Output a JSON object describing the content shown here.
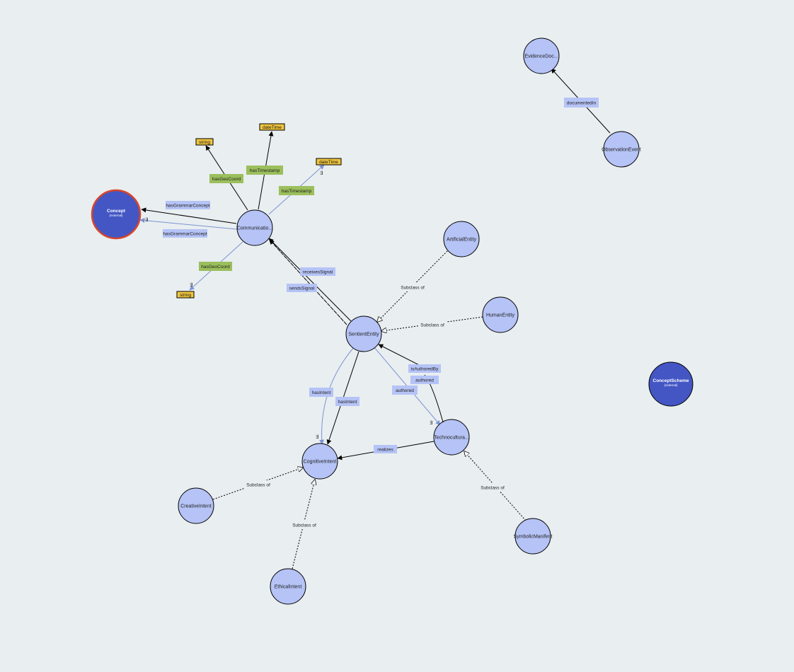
{
  "colors": {
    "background": "#e9eef0",
    "class_fill": "#b5c3f6",
    "external_fill": "#4356c4",
    "external_stroke_highlight": "#d9452a",
    "object_property_label": "#b5c3f6",
    "datatype_property_label": "#9bbf5c",
    "datatype_fill": "#f0c63e",
    "edge": "#000000",
    "edge_existential": "#7d93d4"
  },
  "nodes": {
    "concept": {
      "label": "Concept",
      "sub": "(external)"
    },
    "concept_scheme": {
      "label": "ConceptScheme",
      "sub": "(external)"
    },
    "communication": {
      "label": "Communicatio..."
    },
    "sentient_entity": {
      "label": "SentientEntity"
    },
    "artificial_entity": {
      "label": "ArtificialEntity"
    },
    "human_entity": {
      "label": "HumanEntity"
    },
    "cognitive_intent": {
      "label": "CognitiveIntent"
    },
    "technocultural": {
      "label": "Technocultura..."
    },
    "creative_intent": {
      "label": "CreativeIntent"
    },
    "ethical_intent": {
      "label": "EthicalIntent"
    },
    "symbolic_manifest": {
      "label": "SymbolicManifest"
    },
    "evidence_doc": {
      "label": "EvidenceDoc..."
    },
    "observation_event": {
      "label": "ObservationEvent"
    }
  },
  "datatypes": {
    "string_top": "string",
    "datetime_top": "dateTime",
    "datetime_right": "dateTime",
    "string_bottom": "string"
  },
  "edge_labels": {
    "has_geo_coord_1": "hasGeoCoord",
    "has_timestamp_1": "hasTimestamp",
    "has_timestamp_2": "hasTimestamp",
    "has_grammar_concept_1": "hasGrammarConcept",
    "has_grammar_concept_2": "hasGrammarConcept",
    "has_geo_coord_2": "hasGeoCoord",
    "receives_signal": "receivesSignal",
    "sends_signal": "sendsSignal",
    "subclass_artificial": "Subclass of",
    "subclass_human": "Subclass of",
    "is_authored_by": "isAuthoredBy",
    "authored_1": "authored",
    "authored_2": "authored",
    "has_intent_1": "hasIntent",
    "has_intent_2": "hasIntent",
    "realizes": "realizes",
    "subclass_creative": "Subclass of",
    "subclass_ethical": "Subclass of",
    "subclass_symbolic": "Subclass of",
    "documented_in": "documentedIn"
  },
  "existential_symbol": "∃"
}
